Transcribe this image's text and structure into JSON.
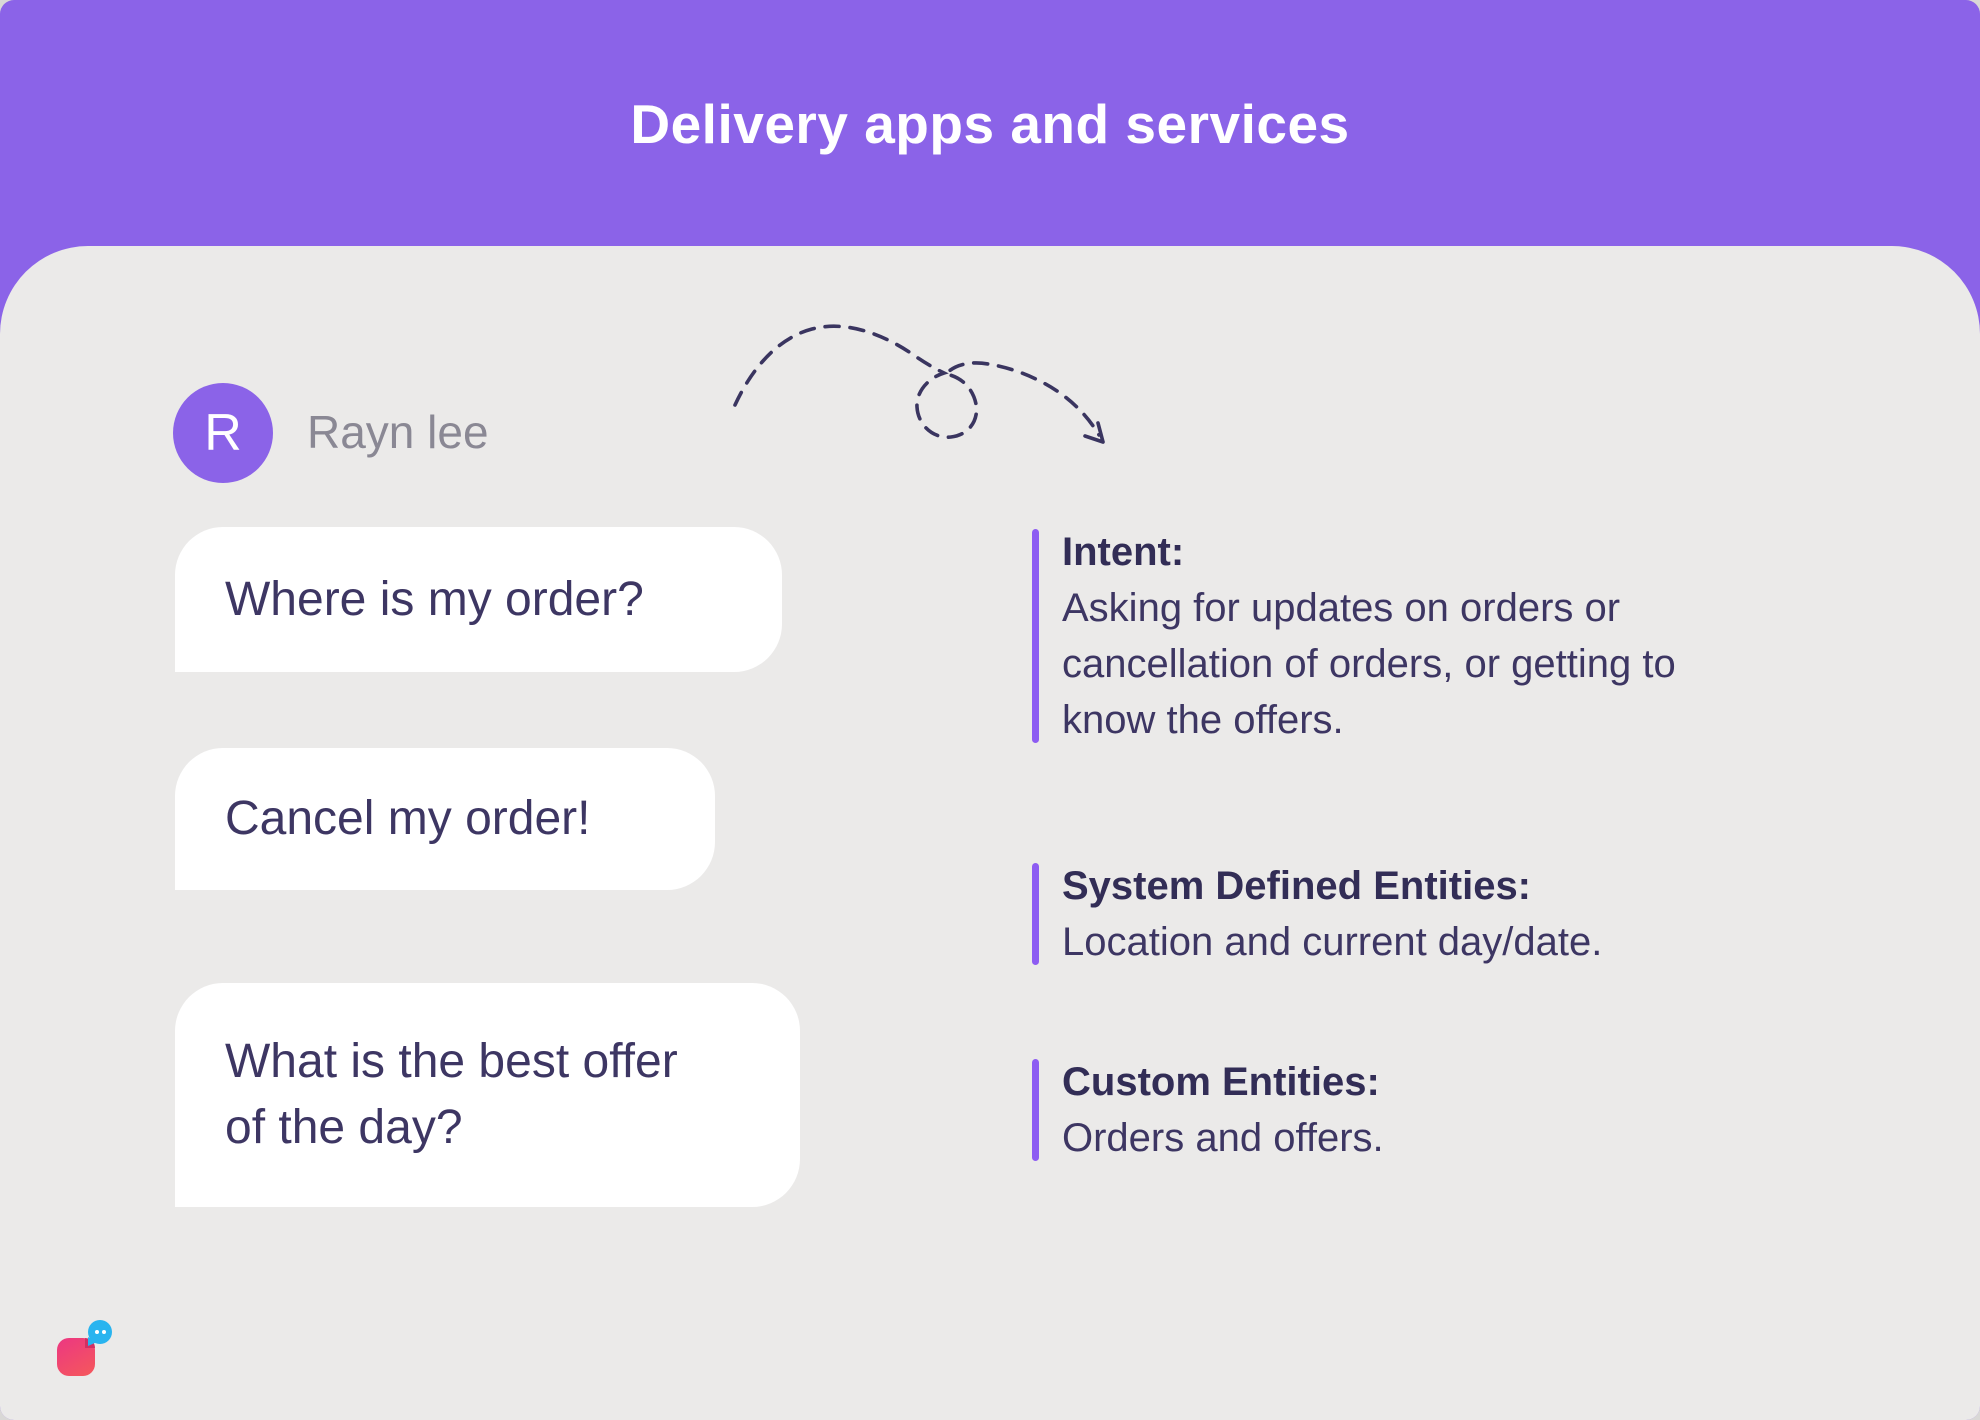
{
  "title": "Delivery apps and services",
  "chat": {
    "user": {
      "initial": "R",
      "name": "Rayn lee"
    },
    "messages": [
      "Where is my order?",
      "Cancel my order!",
      "What is the best offer of the day?"
    ]
  },
  "annotations": [
    {
      "heading": "Intent:",
      "body": "Asking for updates on orders or cancellation of orders, or getting to know the offers."
    },
    {
      "heading": "System Defined Entities:",
      "body": "Location and current day/date."
    },
    {
      "heading": "Custom Entities:",
      "body": "Orders and offers."
    }
  ],
  "icons": {
    "arrow": "dashed-curly-arrow",
    "logo": "chat-app-logo"
  },
  "colors": {
    "header_purple": "#8b63e8",
    "bar_purple": "#8d5cf2",
    "panel_gray": "#ebeae9",
    "bubble_white": "#ffffff",
    "text_navy": "#3d3663",
    "heading_navy": "#322d56",
    "name_gray": "#8a8894",
    "arrow_navy": "#3a3560",
    "logo_pink": "#ed3a7e",
    "logo_coral": "#f4555f",
    "logo_blue": "#29b4ef"
  }
}
